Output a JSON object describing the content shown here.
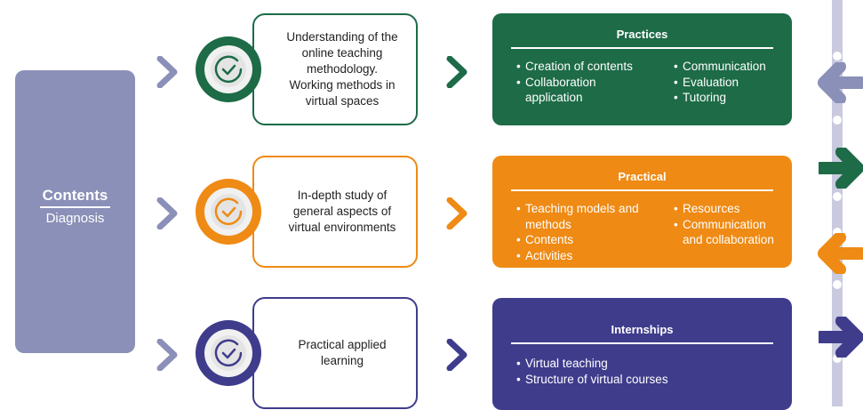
{
  "contents": {
    "title": "Contents",
    "subtitle": "Diagnosis"
  },
  "rows": [
    {
      "color": "#1d6b47",
      "badge_light": "#2e8a5c",
      "topic_lines": [
        "Understanding of the",
        "online teaching",
        "methodology.",
        "Working methods in",
        "virtual spaces"
      ],
      "panel_title": "Practices",
      "left_items": [
        "Creation of contents",
        "Collaboration application"
      ],
      "right_items": [
        "Communication",
        "Evaluation",
        "Tutoring"
      ],
      "side_arrow": "left-arrow"
    },
    {
      "color": "#ef8a14",
      "badge_light": "#f5a23e",
      "topic_lines": [
        "In-depth study of",
        "general aspects of",
        "virtual environments"
      ],
      "panel_title": "Practical",
      "left_items": [
        "Teaching models and methods",
        "Contents",
        "Activities"
      ],
      "right_items": [
        "Resources",
        "Communication and collaboration"
      ],
      "side_arrows": [
        "right-arrow",
        "left-arrow"
      ]
    },
    {
      "color": "#3f3c8c",
      "badge_light": "#5753a8",
      "topic_lines": [
        "Practical applied",
        "learning"
      ],
      "panel_title": "Internships",
      "left_items": [
        "Virtual teaching",
        "Structure of virtual courses"
      ],
      "right_items": [],
      "side_arrow": "right-arrow"
    }
  ],
  "colors": {
    "contents_box": "#8b90b8",
    "chevron_gray": "#8b90b8",
    "spine": "#c9cadf"
  }
}
